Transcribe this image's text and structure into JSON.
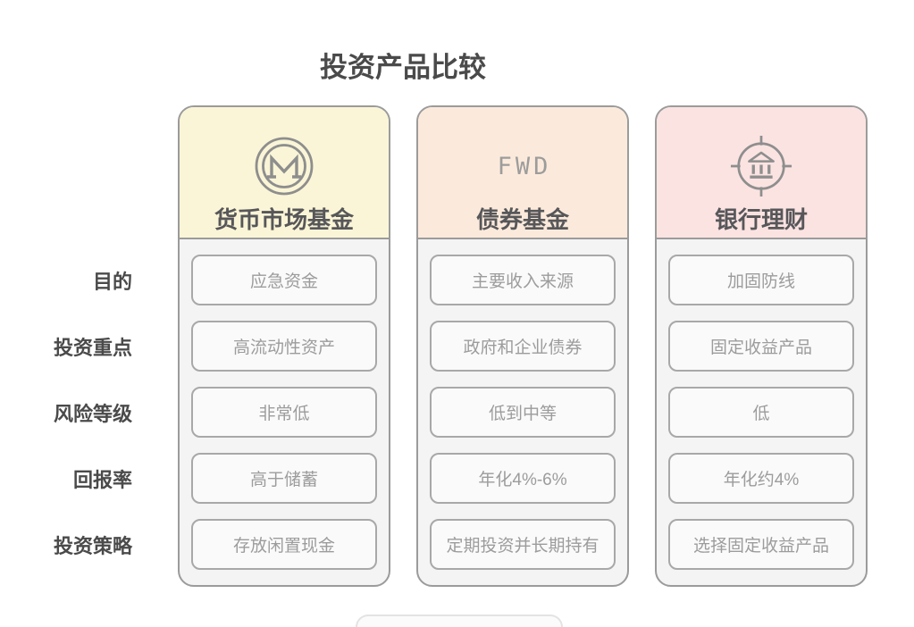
{
  "title": "投资产品比较",
  "row_labels": [
    "目的",
    "投资重点",
    "风险等级",
    "回报率",
    "投资策略"
  ],
  "columns": [
    {
      "name": "货币市场基金",
      "icon": "monero-m-coin-icon",
      "header_bg": "#faf5d6",
      "cells": [
        "应急资金",
        "高流动性资产",
        "非常低",
        "高于储蓄",
        "存放闲置现金"
      ]
    },
    {
      "name": "债券基金",
      "logo_text": "FWD",
      "header_bg": "#fbeadb",
      "cells": [
        "主要收入来源",
        "政府和企业债券",
        "低到中等",
        "年化4%-6%",
        "定期投资并长期持有"
      ]
    },
    {
      "name": "银行理财",
      "icon": "bank-target-icon",
      "header_bg": "#fbe3e1",
      "cells": [
        "加固防线",
        "固定收益产品",
        "低",
        "年化约4%",
        "选择固定收益产品"
      ]
    }
  ],
  "colors": {
    "header_yellow": "#faf5d6",
    "header_peach": "#fbeadb",
    "header_pink": "#fbe3e1",
    "column_border": "#9b9b9b",
    "cell_border": "#a8a8a8",
    "cell_text": "#9c9c9c",
    "header_text": "#57575a",
    "label_text": "#4a4a4a",
    "icon_stroke": "#8e8e8e",
    "body_bg": "#f4f4f4",
    "cell_bg": "#fafafa"
  }
}
